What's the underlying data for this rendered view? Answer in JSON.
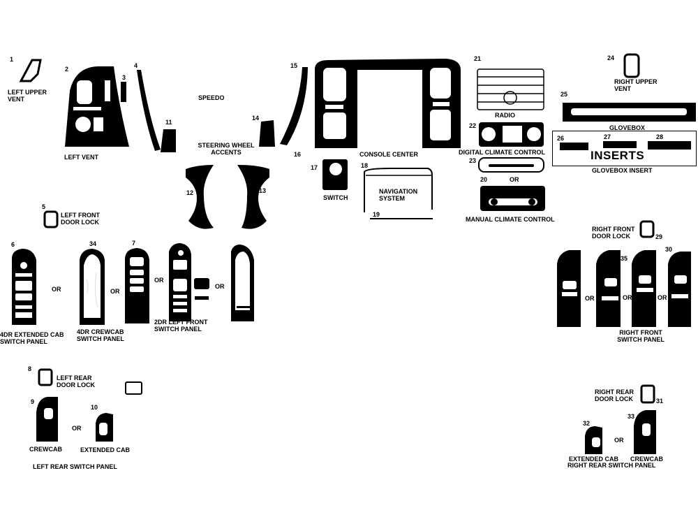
{
  "colors": {
    "piece": "#000000",
    "cutout": "#ffffff",
    "background": "#ffffff"
  },
  "labels": {
    "left_upper_vent": "LEFT UPPER VENT",
    "left_vent": "LEFT VENT",
    "speedo": "SPEEDO",
    "steering_wheel_accents": "STEERING WHEEL ACCENTS",
    "console_center": "CONSOLE CENTER",
    "switch": "SWITCH",
    "navigation_system": "NAVIGATION SYSTEM",
    "radio": "RADIO",
    "digital_climate_control": "DIGITAL CLIMATE CONTROL",
    "or_23_20": "OR",
    "manual_climate_control": "MANUAL CLIMATE CONTROL",
    "right_upper_vent": "RIGHT UPPER VENT",
    "glovebox": "GLOVEBOX",
    "inserts": "INSERTS",
    "glovebox_insert": "GLOVEBOX INSERT",
    "left_front_door_lock": "LEFT FRONT DOOR LOCK",
    "right_front_door_lock": "RIGHT FRONT DOOR LOCK",
    "ext_cab_switch_panel": "4DR EXTENDED CAB SWITCH PANEL",
    "crewcab_switch_panel": "4DR CREWCAB SWITCH PANEL",
    "left_front_2dr": "2DR  LEFT FRONT",
    "left_front_switch_panel": "SWITCH PANEL",
    "right_front_switch_panel": "RIGHT FRONT SWITCH PANEL",
    "left_rear_door_lock": "LEFT REAR DOOR LOCK",
    "crewcab": "CREWCAB",
    "extended_cab": "EXTENDED CAB",
    "left_rear_switch_panel": "LEFT REAR SWITCH PANEL",
    "right_rear_door_lock": "RIGHT REAR DOOR LOCK",
    "right_extended_cab": "EXTENDED CAB",
    "right_crewcab": "CREWCAB",
    "right_rear_switch_panel": "RIGHT REAR SWITCH PANEL",
    "or": "OR"
  },
  "numbers": {
    "n1": "1",
    "n2": "2",
    "n3": "3",
    "n4": "4",
    "n5": "5",
    "n6": "6",
    "n7": "7",
    "n8": "8",
    "n9": "9",
    "n10": "10",
    "n11": "11",
    "n12": "12",
    "n13": "13",
    "n14": "14",
    "n15": "15",
    "n16": "16",
    "n17": "17",
    "n18": "18",
    "n19": "19",
    "n20": "20",
    "n21": "21",
    "n22": "22",
    "n23": "23",
    "n24": "24",
    "n25": "25",
    "n26": "26",
    "n27": "27",
    "n28": "28",
    "n29": "29",
    "n30": "30",
    "n31": "31",
    "n32": "32",
    "n33": "33",
    "n34": "34",
    "n35": "35"
  }
}
